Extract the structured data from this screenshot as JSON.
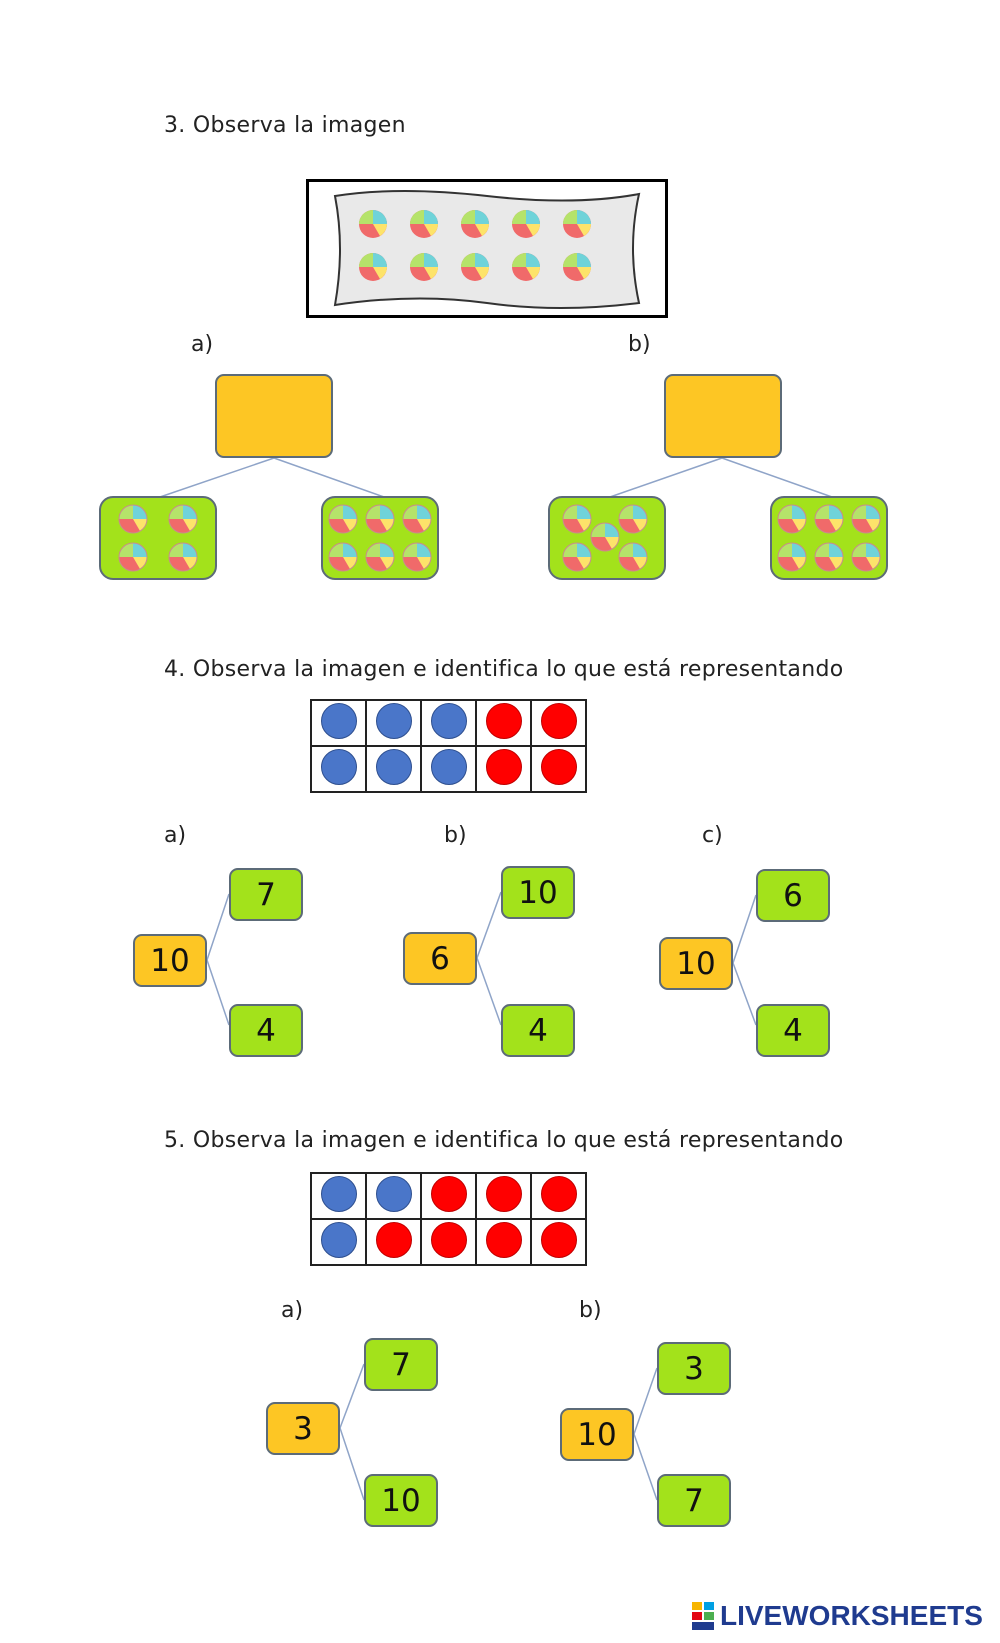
{
  "exercise3": {
    "heading": "3. Observa la imagen",
    "option_a": "a)",
    "option_b": "b)",
    "frame_balls": 10,
    "a_left_balls": 4,
    "a_right_balls": 6,
    "b_left_balls": 5,
    "b_right_balls": 6
  },
  "exercise4": {
    "heading": "4. Observa la imagen e identifica lo que está representando",
    "ten_frame": [
      [
        "blue",
        "blue",
        "blue",
        "red",
        "red"
      ],
      [
        "blue",
        "blue",
        "blue",
        "red",
        "red"
      ]
    ],
    "options": [
      {
        "label": "a)",
        "whole": "10",
        "top": "7",
        "bottom": "4"
      },
      {
        "label": "b)",
        "whole": "6",
        "top": "10",
        "bottom": "4"
      },
      {
        "label": "c)",
        "whole": "10",
        "top": "6",
        "bottom": "4"
      }
    ]
  },
  "exercise5": {
    "heading": "5. Observa la imagen e identifica lo que está representando",
    "ten_frame": [
      [
        "blue",
        "blue",
        "red",
        "red",
        "red"
      ],
      [
        "blue",
        "red",
        "red",
        "red",
        "red"
      ]
    ],
    "options": [
      {
        "label": "a)",
        "whole": "3",
        "top": "7",
        "bottom": "10"
      },
      {
        "label": "b)",
        "whole": "10",
        "top": "3",
        "bottom": "7"
      }
    ]
  },
  "colors": {
    "orange": "#fdc624",
    "green": "#a3e21b",
    "blue_dot": "#4a76c9",
    "red_dot": "#ff0000",
    "line": "#8fa4c8"
  },
  "footer": {
    "brand": "LIVEWORKSHEETS",
    "icon": "liveworksheets-logo-icon"
  }
}
